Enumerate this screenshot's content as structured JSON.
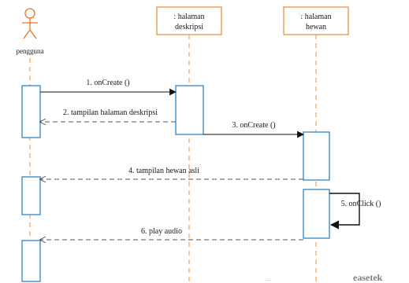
{
  "actor": {
    "name": "pengguna"
  },
  "objects": [
    {
      "line1": ": halaman",
      "line2": "deskripsi"
    },
    {
      "line1": ": halaman",
      "line2": "hewan"
    }
  ],
  "messages": [
    {
      "label": "1. onCreate ()",
      "kind": "call"
    },
    {
      "label": "2. tampilan halaman deskripsi",
      "kind": "return"
    },
    {
      "label": "3. onCreate ()",
      "kind": "call"
    },
    {
      "label": "4. tampilan hewan asli",
      "kind": "return"
    },
    {
      "label": "5. onClick ()",
      "kind": "self"
    },
    {
      "label": "6. play audio",
      "kind": "return"
    }
  ],
  "colors": {
    "actor": "#e8732a",
    "lifeline": "#f0a060",
    "activation": "#3a8fd0",
    "object_border": "#e8892f",
    "arrow": "#111111",
    "return_arrow": "#555555"
  },
  "watermark": {
    "prefix": "...",
    "brand": "easetek"
  }
}
